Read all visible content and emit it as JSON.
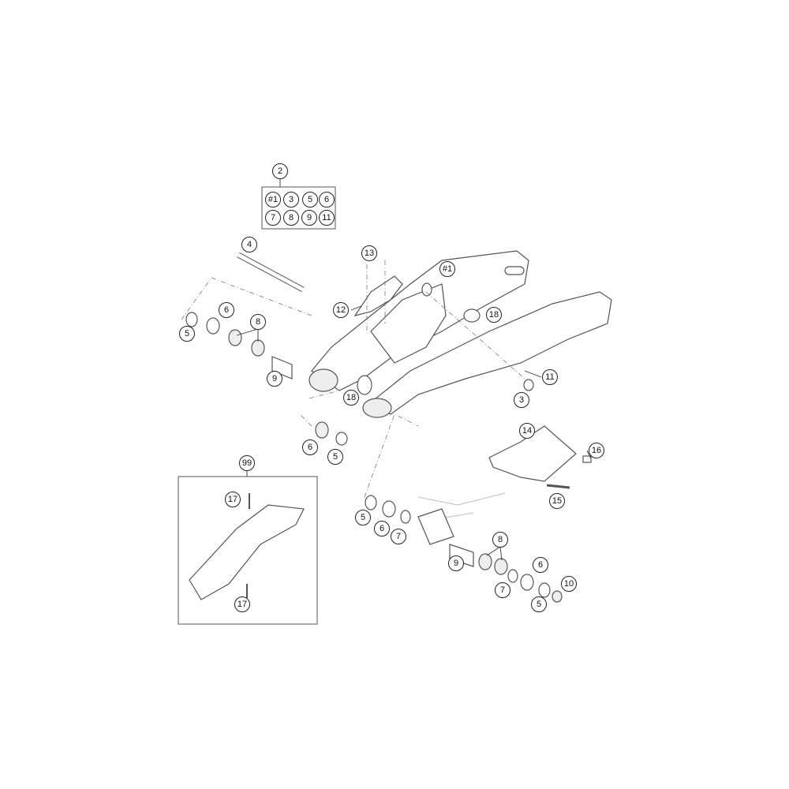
{
  "title_callout": "2",
  "kit_contents": [
    "#1",
    "3",
    "5",
    "6",
    "7",
    "8",
    "9",
    "11"
  ],
  "group_callout": "99",
  "callouts": [
    "4",
    "13",
    "#1",
    "12",
    "18",
    "6",
    "8",
    "5",
    "9",
    "18",
    "11",
    "3",
    "6",
    "5",
    "17",
    "17",
    "14",
    "16",
    "15",
    "5",
    "6",
    "7",
    "8",
    "9",
    "6",
    "7",
    "10",
    "5"
  ]
}
